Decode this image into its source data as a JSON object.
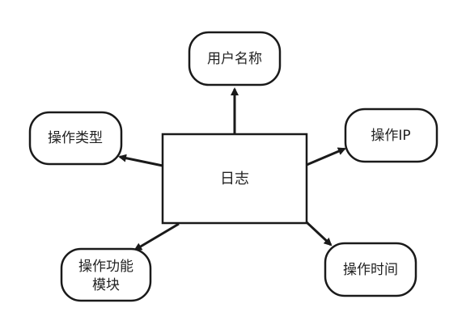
{
  "diagram": {
    "center": {
      "label": "日志"
    },
    "attributes": [
      {
        "id": "username",
        "label": "用户名称"
      },
      {
        "id": "op-ip",
        "label": "操作IP"
      },
      {
        "id": "op-type",
        "label": "操作类型"
      },
      {
        "id": "op-module",
        "line1": "操作功能",
        "line2": "模块"
      },
      {
        "id": "op-time",
        "label": "操作时间"
      }
    ]
  },
  "colors": {
    "stroke": "#1a1a1a",
    "text": "#222222",
    "background": "#ffffff"
  }
}
